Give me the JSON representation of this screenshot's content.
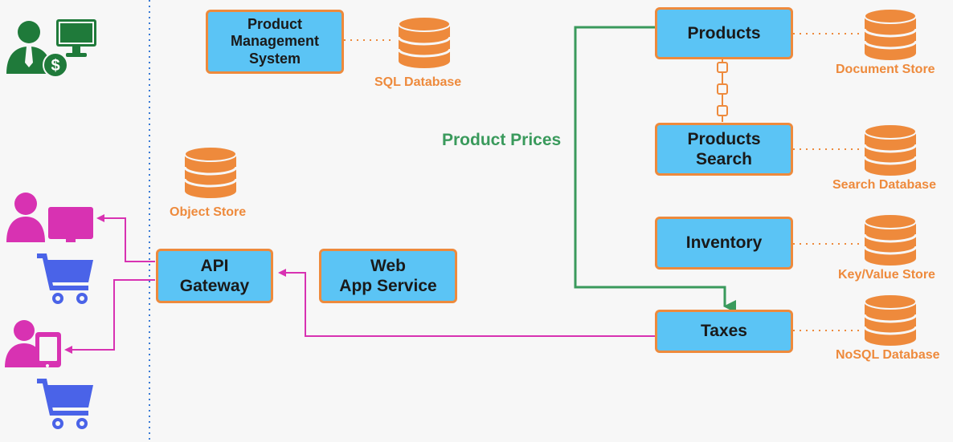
{
  "nodes": {
    "product_management": "Product\nManagement\nSystem",
    "products": "Products",
    "products_search": "Products\nSearch",
    "inventory": "Inventory",
    "taxes": "Taxes",
    "api_gateway": "API\nGateway",
    "web_app_service": "Web\nApp Service"
  },
  "stores": {
    "sql": "SQL Database",
    "document": "Document Store",
    "search": "Search Database",
    "key_value": "Key/Value Store",
    "nosql": "NoSQL Database",
    "object": "Object Store"
  },
  "edge_labels": {
    "product_prices": "Product Prices"
  },
  "colors": {
    "service_fill": "#5bc4f5",
    "service_border": "#ee8a3c",
    "database": "#ee8a3c",
    "admin_icon": "#1f7a3a",
    "customer_icon": "#d832b2",
    "cart_icon": "#4a63e8",
    "client_arrow": "#d832b2",
    "price_arrow": "#3a9a5c",
    "divider": "#3a7bd5"
  },
  "icons": [
    "admin-user-icon",
    "monitor-icon",
    "dollar-icon",
    "customer-icon",
    "desktop-icon",
    "shopping-cart-icon",
    "tablet-icon",
    "database-icon"
  ]
}
